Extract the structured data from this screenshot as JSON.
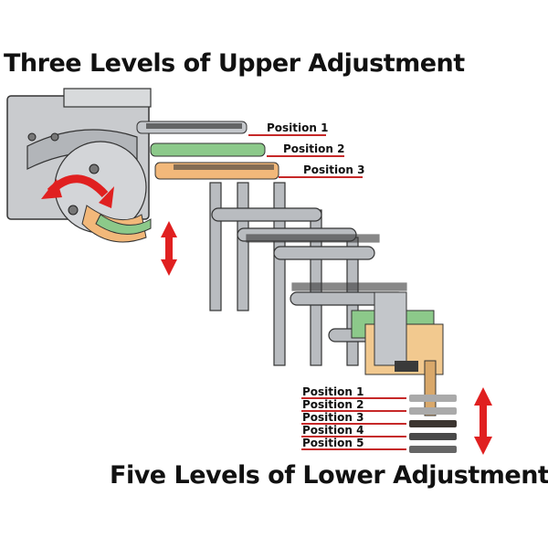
{
  "upper": {
    "title": "Three Levels of Upper Adjustment",
    "positions": [
      "Position 1",
      "Position 2",
      "Position 3"
    ]
  },
  "lower": {
    "title": "Five Levels of Lower Adjustment",
    "positions": [
      "Position 1",
      "Position 2",
      "Position 3",
      "Position 4",
      "Position 5"
    ]
  },
  "colors": {
    "arrow": "#e02020",
    "label_line": "#c62828",
    "metal": "#b9bcc0",
    "metal_dark": "#8e9196",
    "green": "#8cc98a",
    "orange": "#f2b87a",
    "tread_dark": "#3a3a3a"
  },
  "icons": {
    "rotation": "curved-double-arrow-icon",
    "vertical": "vertical-double-arrow-icon"
  }
}
